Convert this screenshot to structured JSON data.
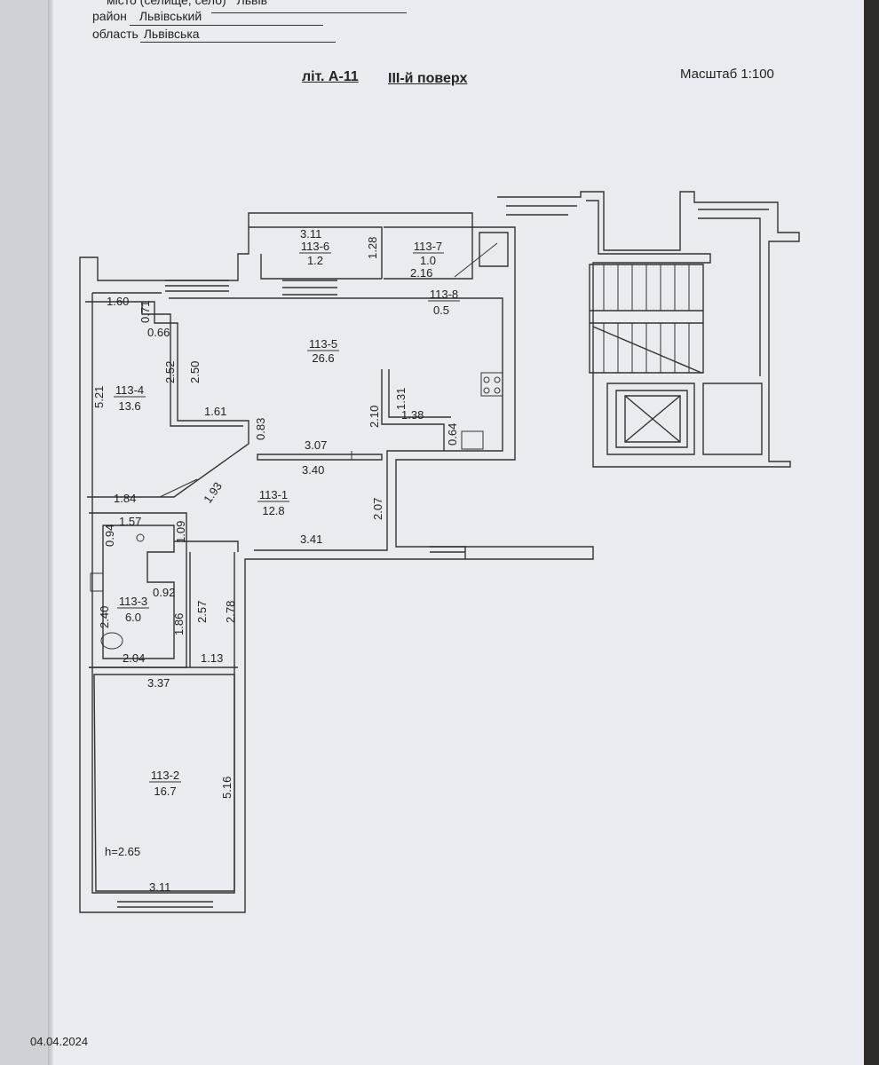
{
  "header": {
    "city_label": "місто (селище, село)",
    "city_value": "Львів",
    "district_label": "район",
    "district_value": "Львівський",
    "region_label": "область",
    "region_value": "Львівська"
  },
  "plan_title": {
    "lit": "літ. А-11",
    "floor": "ІІІ-й поверх"
  },
  "scale": "Масштаб 1:100",
  "rooms": [
    {
      "id": "113-1",
      "area": "12.8"
    },
    {
      "id": "113-2",
      "area": "16.7"
    },
    {
      "id": "113-3",
      "area": "6.0"
    },
    {
      "id": "113-4",
      "area": "13.6"
    },
    {
      "id": "113-5",
      "area": "26.6"
    },
    {
      "id": "113-6",
      "area": "1.2"
    },
    {
      "id": "113-7",
      "area": "1.0"
    },
    {
      "id": "113-8",
      "area": "0.5"
    }
  ],
  "dimensions": {
    "d311_top": "3.11",
    "d128": "1.28",
    "d216": "2.16",
    "d160": "1.60",
    "d071": "0.71",
    "d066": "0.66",
    "d252": "2.52",
    "d250": "2.50",
    "d521": "5.21",
    "d161": "1.61",
    "d083": "0.83",
    "d307": "3.07",
    "d131": "1.31",
    "d210": "2.10",
    "d138": "1.38",
    "d064": "0.64",
    "d340": "3.40",
    "d184": "1.84",
    "d193": "1.93",
    "d207": "2.07",
    "d157": "1.57",
    "d094": "0.94",
    "d109": "1.09",
    "d341": "3.41",
    "d092": "0.92",
    "d240": "2.40",
    "d186": "1.86",
    "d257": "2.57",
    "d278": "2.78",
    "d204": "2.04",
    "d113": "1.13",
    "d337": "3.37",
    "d516": "5.16",
    "d311_bottom": "3.11"
  },
  "ceiling_height": "h=2.65",
  "date": "04.04.2024"
}
